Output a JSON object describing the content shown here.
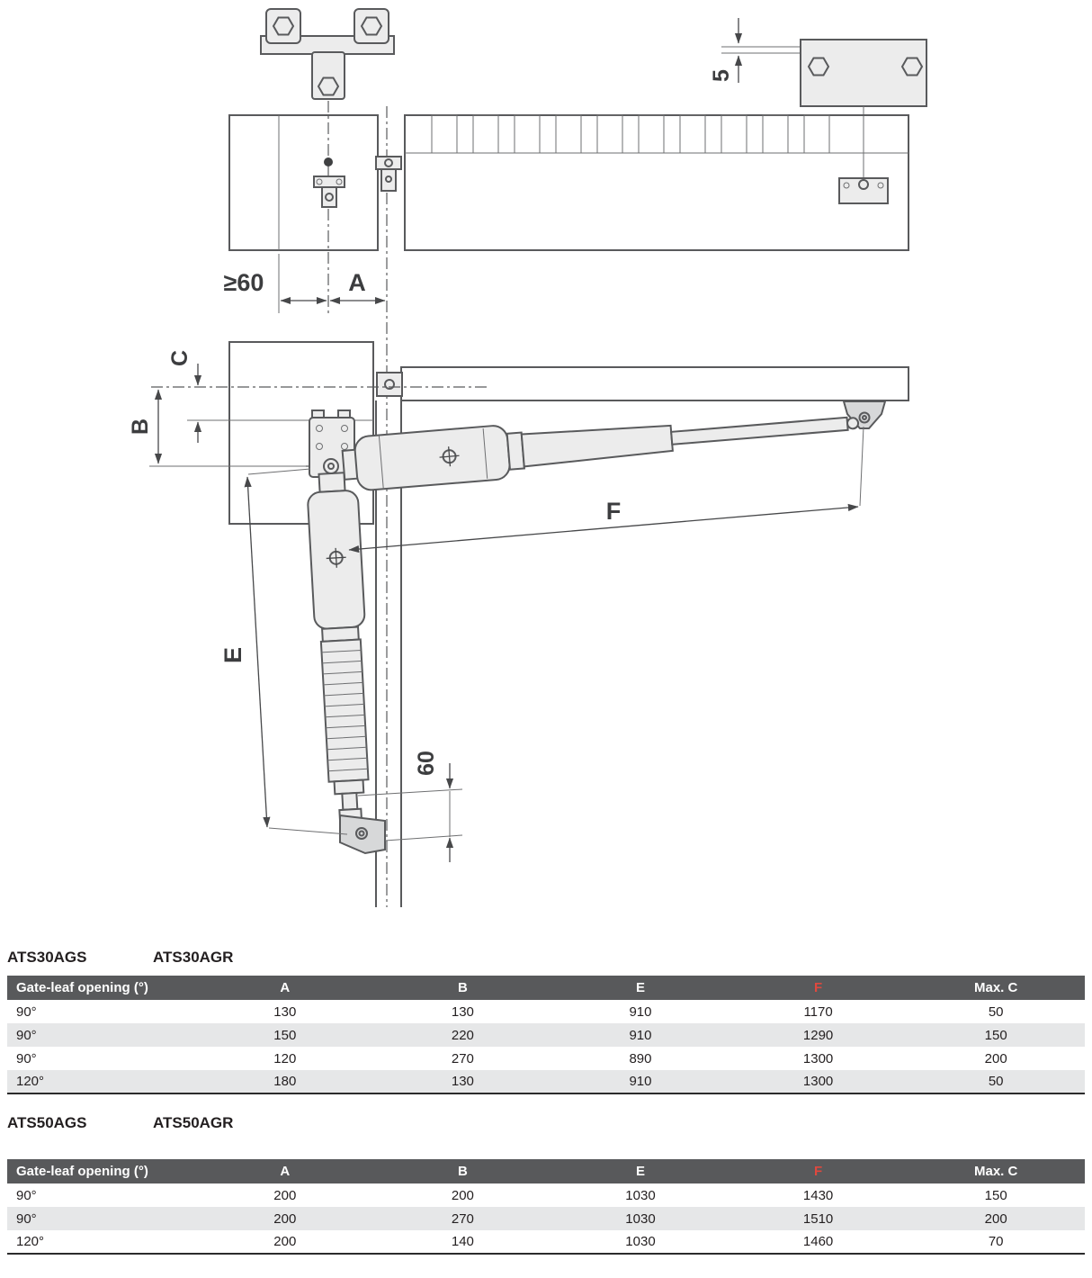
{
  "diagram": {
    "labels": {
      "gap_top": "5",
      "min_clearance": "≥60",
      "dim_a": "A",
      "dim_b": "B",
      "dim_c": "C",
      "dim_e": "E",
      "dim_f": "F",
      "dim_60": "60"
    }
  },
  "sections": [
    {
      "models": [
        "ATS30AGS",
        "ATS30AGR"
      ],
      "table": {
        "headers": [
          "Gate-leaf opening (°)",
          "A",
          "B",
          "E",
          "F",
          "Max. C"
        ],
        "rows": [
          [
            "90°",
            "130",
            "130",
            "910",
            "1170",
            "50"
          ],
          [
            "90°",
            "150",
            "220",
            "910",
            "1290",
            "150"
          ],
          [
            "90°",
            "120",
            "270",
            "890",
            "1300",
            "200"
          ],
          [
            "120°",
            "180",
            "130",
            "910",
            "1300",
            "50"
          ]
        ]
      }
    },
    {
      "models": [
        "ATS50AGS",
        "ATS50AGR"
      ],
      "table": {
        "headers": [
          "Gate-leaf opening (°)",
          "A",
          "B",
          "E",
          "F",
          "Max. C"
        ],
        "rows": [
          [
            "90°",
            "200",
            "200",
            "1030",
            "1430",
            "150"
          ],
          [
            "90°",
            "200",
            "270",
            "1030",
            "1510",
            "200"
          ],
          [
            "120°",
            "200",
            "140",
            "1030",
            "1460",
            "70"
          ]
        ]
      }
    }
  ],
  "colors": {
    "table_header_bg": "#58595b",
    "table_header_text": "#ffffff",
    "f_column_text": "#e0483e",
    "alt_row_bg": "#e6e7e8",
    "line_color": "#595a5c"
  }
}
